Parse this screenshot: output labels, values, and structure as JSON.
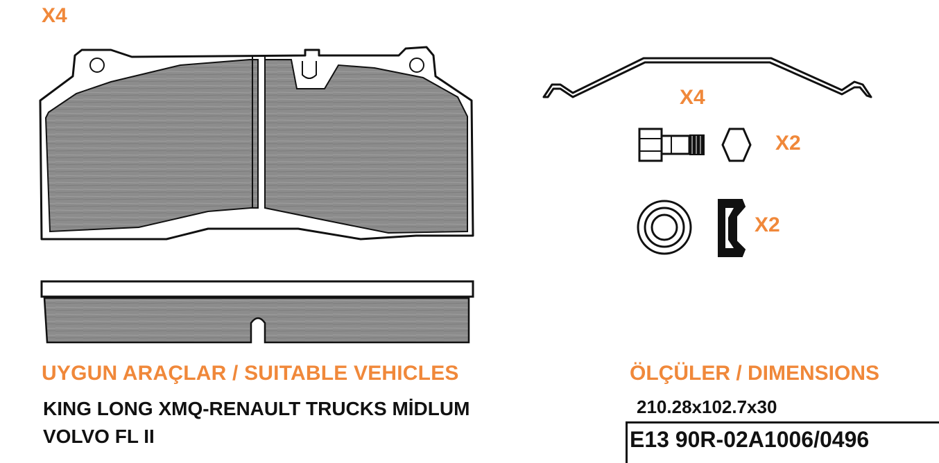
{
  "quantities": {
    "brake_pad": "X4",
    "spring_clip": "X4",
    "bolt_nut": "X2",
    "bushing": "X2"
  },
  "headings": {
    "suitable_vehicles": "UYGUN ARAÇLAR / SUITABLE VEHICLES",
    "dimensions": "ÖLÇÜLER / DIMENSIONS"
  },
  "vehicles": [
    "KING LONG XMQ-RENAULT TRUCKS MİDLUM",
    "VOLVO FL II"
  ],
  "dimensions": "210.28x102.7x30",
  "approval_code": "E13 90R-02A1006/0496",
  "colors": {
    "accent": "#f0883a",
    "friction_material": "#8c8c8c",
    "outline": "#111111"
  },
  "icons": [
    "brake-pad-front-icon",
    "brake-pad-side-icon",
    "spring-clip-icon",
    "bolt-icon",
    "hex-nut-icon",
    "bushing-ring-icon",
    "bushing-side-icon"
  ]
}
